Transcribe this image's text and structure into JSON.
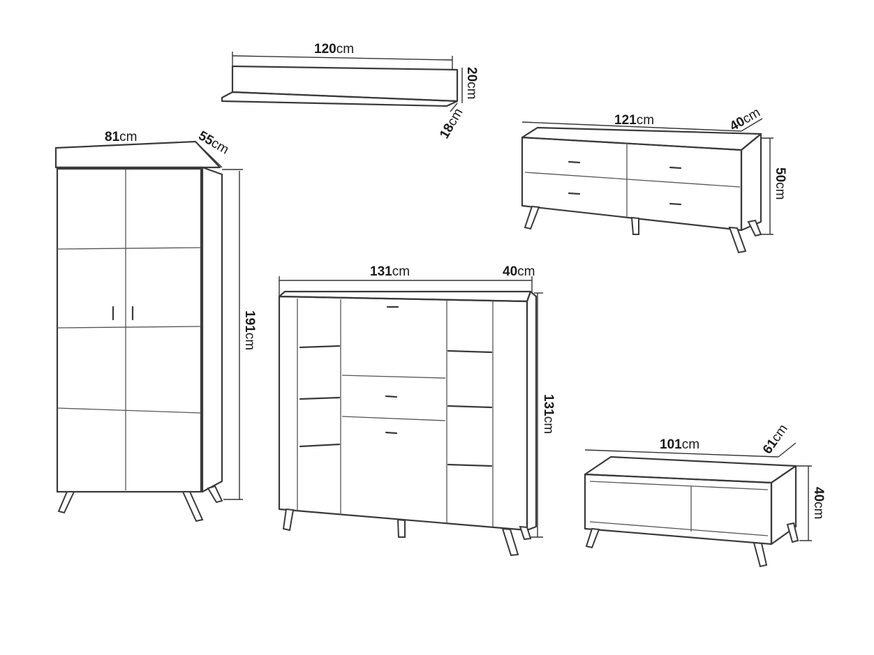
{
  "unit": "cm",
  "pieces": {
    "wall_shelf": {
      "width": "120",
      "height": "20",
      "depth": "18"
    },
    "wardrobe": {
      "width": "81",
      "depth": "55",
      "height": "191"
    },
    "sideboard": {
      "width": "121",
      "depth": "40",
      "height": "50"
    },
    "highboard": {
      "width": "131",
      "depth": "40",
      "height": "131"
    },
    "coffee_table": {
      "width": "101",
      "depth": "61",
      "height": "40"
    }
  }
}
